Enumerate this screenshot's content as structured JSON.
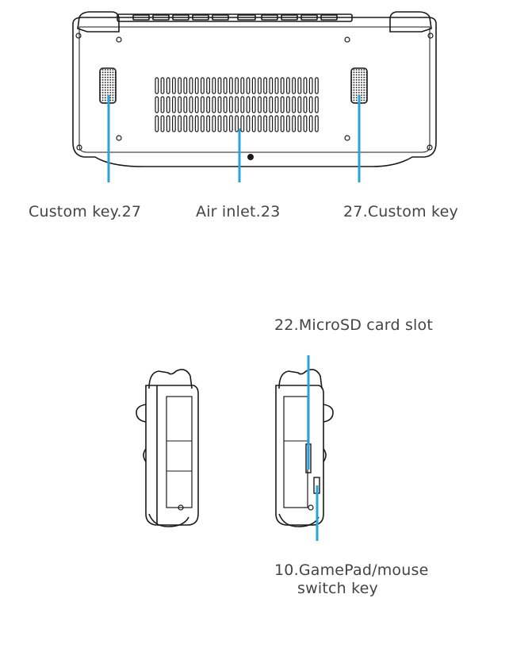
{
  "labels": {
    "custom_key_left": "Custom key.27",
    "air_inlet": "Air inlet.23",
    "custom_key_right": "27.Custom key",
    "microsd_slot": "22.MicroSD card slot",
    "gamepad_switch_line1": "10.GamePad/mouse",
    "gamepad_switch_line2": "switch key"
  },
  "colors": {
    "line_art": "#1a1a1a",
    "callout": "#2aa3d8",
    "text": "#444444"
  }
}
